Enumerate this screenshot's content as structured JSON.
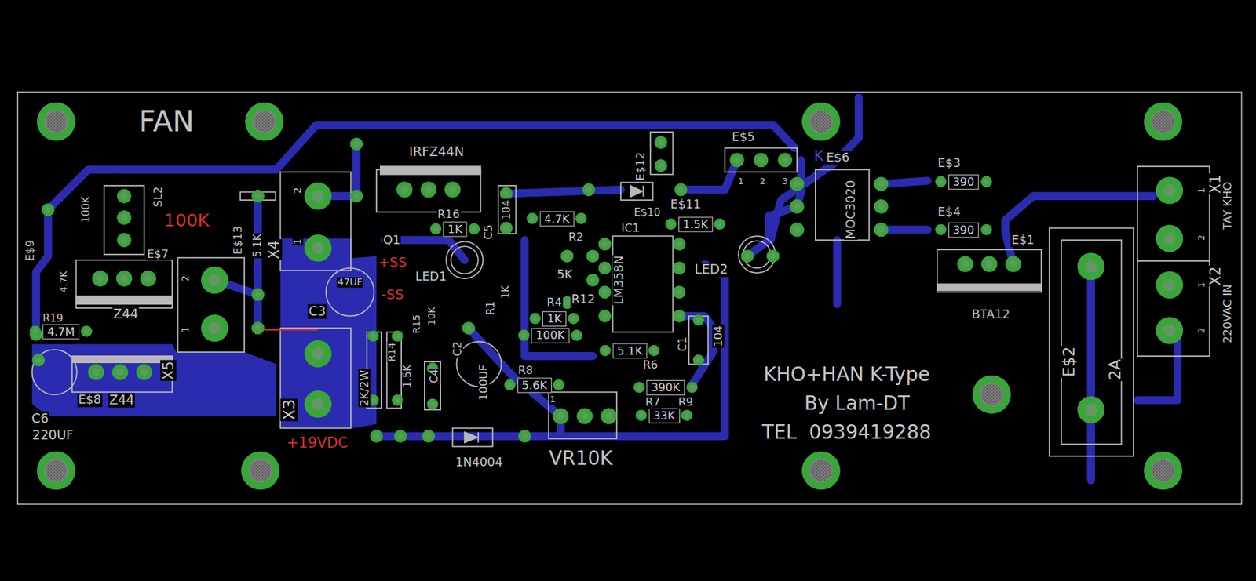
{
  "diagram": {
    "nodes": [
      {
        "text": [
          "390"
        ]
      },
      {
        "text": [
          "390"
        ]
      },
      {
        "text": [
          "1.5K"
        ]
      },
      {
        "text": [
          "4.7K"
        ]
      },
      {
        "text": [
          "1K"
        ]
      },
      {
        "text": [
          "1K"
        ]
      },
      {
        "text": [
          "100K"
        ]
      },
      {
        "text": [
          "5.1K"
        ]
      },
      {
        "text": [
          "390K"
        ]
      },
      {
        "text": [
          "33K"
        ]
      },
      {
        "text": [
          "5.6K"
        ]
      },
      {
        "text": [
          "4.7M"
        ]
      }
    ],
    "labels": [
      "FAN",
      "100K",
      "SL2",
      "100K",
      "E$9",
      "E$7",
      "4.7K",
      "Z44",
      "R19",
      "C6",
      "220UF",
      "E$8",
      "Z44",
      "X5",
      "2",
      "1",
      "E$13",
      "5.1K",
      "X4",
      "2",
      "1",
      "IRFZ44N",
      "Q1",
      "R16",
      "C5",
      "104",
      "R2",
      "IC1",
      "LM358N",
      "E$12",
      "E$10",
      "E$11",
      "LED2",
      "LED1",
      "E$5",
      "1",
      "2",
      "3",
      "K",
      "E$6",
      "MOC3020",
      "E$3",
      "E$4",
      "E$1",
      "BTA12",
      "X1",
      "X2",
      "TAY KHO",
      "220VAC IN",
      "E$2",
      "2A",
      "1",
      "2",
      "1",
      "2",
      "5K",
      "R12",
      "R4",
      "R6",
      "C1",
      "104",
      "R7",
      "R9",
      "R8",
      "VR10K",
      "1N4004",
      "1",
      "C3",
      "+SS",
      "-SS",
      "47UF",
      "+19VDC",
      "X3",
      "2K/2W",
      "R14",
      "1.5K",
      "R15",
      "100UF",
      "C2",
      "C4",
      "10K",
      "R1",
      "1K",
      "KHO+HAN K-Type",
      "By Lam-DT",
      "TEL  0939419288"
    ]
  }
}
